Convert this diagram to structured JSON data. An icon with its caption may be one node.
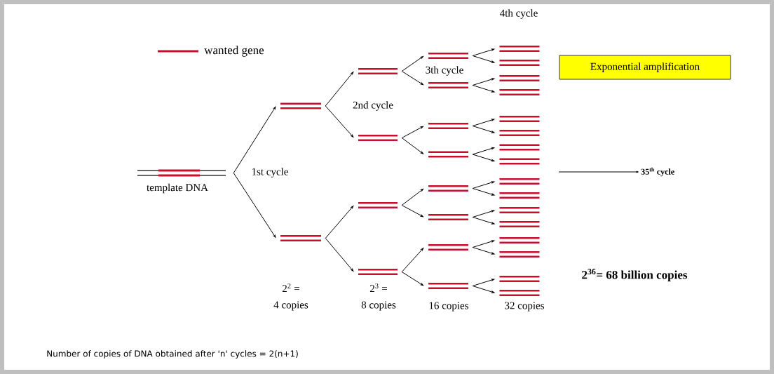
{
  "diagram": {
    "caption": "Number of copies of DNA obtained after 'n' cycles = 2(n+1)",
    "nodes": [
      {
        "text": [],
        "shape": "bar",
        "beside": [
          "template DNA"
        ]
      },
      {
        "text": [],
        "shape": "bar"
      },
      {
        "text": [],
        "shape": "bar"
      },
      {
        "text": [],
        "shape": "bar"
      },
      {
        "text": [],
        "shape": "bar"
      },
      {
        "text": [],
        "shape": "bar"
      },
      {
        "text": [],
        "shape": "bar"
      },
      {
        "text": [],
        "shape": "bar"
      },
      {
        "text": [],
        "shape": "bar"
      },
      {
        "text": [],
        "shape": "bar"
      },
      {
        "text": [],
        "shape": "bar"
      },
      {
        "text": [],
        "shape": "bar"
      },
      {
        "text": [],
        "shape": "bar"
      },
      {
        "text": [],
        "shape": "bar"
      },
      {
        "text": [],
        "shape": "bar"
      },
      {
        "text": [],
        "shape": "bar"
      },
      {
        "text": [],
        "shape": "bar"
      },
      {
        "text": [],
        "shape": "bar"
      },
      {
        "text": [],
        "shape": "bar"
      },
      {
        "text": [],
        "shape": "bar"
      },
      {
        "text": [],
        "shape": "bar"
      },
      {
        "text": [],
        "shape": "bar"
      },
      {
        "text": [],
        "shape": "bar"
      },
      {
        "text": [],
        "shape": "bar"
      },
      {
        "text": [],
        "shape": "bar"
      },
      {
        "text": [],
        "shape": "bar"
      },
      {
        "text": [],
        "shape": "bar"
      },
      {
        "text": [],
        "shape": "bar"
      },
      {
        "text": [],
        "shape": "bar"
      },
      {
        "text": [],
        "shape": "bar"
      },
      {
        "text": [],
        "shape": "bar"
      },
      {
        "text": [
          "35$^{th}$ cycle"
        ]
      },
      {
        "text": [
          "Exponential amplification"
        ]
      }
    ],
    "edges": [
      {
        "from": 0,
        "to": 1,
        "arrow": "to"
      },
      {
        "from": 0,
        "to": 2,
        "arrow": "to"
      },
      {
        "from": 1,
        "to": 3,
        "arrow": "to"
      },
      {
        "from": 1,
        "to": 4,
        "arrow": "to"
      },
      {
        "from": 2,
        "to": 5,
        "arrow": "to"
      },
      {
        "from": 2,
        "to": 6,
        "arrow": "to"
      },
      {
        "from": 3,
        "to": 7,
        "arrow": "to"
      },
      {
        "from": 3,
        "to": 8,
        "arrow": "to"
      },
      {
        "from": 4,
        "to": 9,
        "arrow": "to"
      },
      {
        "from": 4,
        "to": 10,
        "arrow": "to"
      },
      {
        "from": 5,
        "to": 11,
        "arrow": "to"
      },
      {
        "from": 5,
        "to": 12,
        "arrow": "to"
      },
      {
        "from": 6,
        "to": 13,
        "arrow": "to"
      },
      {
        "from": 6,
        "to": 14,
        "arrow": "to"
      },
      {
        "from": 7,
        "to": 15,
        "arrow": "to"
      },
      {
        "from": 7,
        "to": 16,
        "arrow": "to"
      },
      {
        "from": 8,
        "to": 17,
        "arrow": "to"
      },
      {
        "from": 8,
        "to": 18,
        "arrow": "to"
      },
      {
        "from": 9,
        "to": 19,
        "arrow": "to"
      },
      {
        "from": 9,
        "to": 20,
        "arrow": "to"
      },
      {
        "from": 10,
        "to": 21,
        "arrow": "to"
      },
      {
        "from": 10,
        "to": 22,
        "arrow": "to"
      },
      {
        "from": 11,
        "to": 23,
        "arrow": "to"
      },
      {
        "from": 11,
        "to": 24,
        "arrow": "to"
      },
      {
        "from": 12,
        "to": 25,
        "arrow": "to"
      },
      {
        "from": 12,
        "to": 26,
        "arrow": "to"
      },
      {
        "from": 13,
        "to": 27,
        "arrow": "to"
      },
      {
        "from": 13,
        "to": 28,
        "arrow": "to"
      },
      {
        "from": 14,
        "to": 29,
        "arrow": "to"
      },
      {
        "from": 14,
        "to": 30,
        "arrow": "to"
      },
      {
        "from": null,
        "to": 31,
        "arrow": "to"
      }
    ],
    "labels": [
      "4th cycle",
      "3th cycle",
      "2nd cycle",
      "1st cycle",
      "2$^{36}$= 68 billion copies",
      "2$^{2}$ =",
      "2$^{3}$ =",
      "4 copies",
      "8 copies",
      "16 copies",
      "32 copies"
    ],
    "legend": [
      {
        "text": "wanted gene"
      }
    ]
  }
}
